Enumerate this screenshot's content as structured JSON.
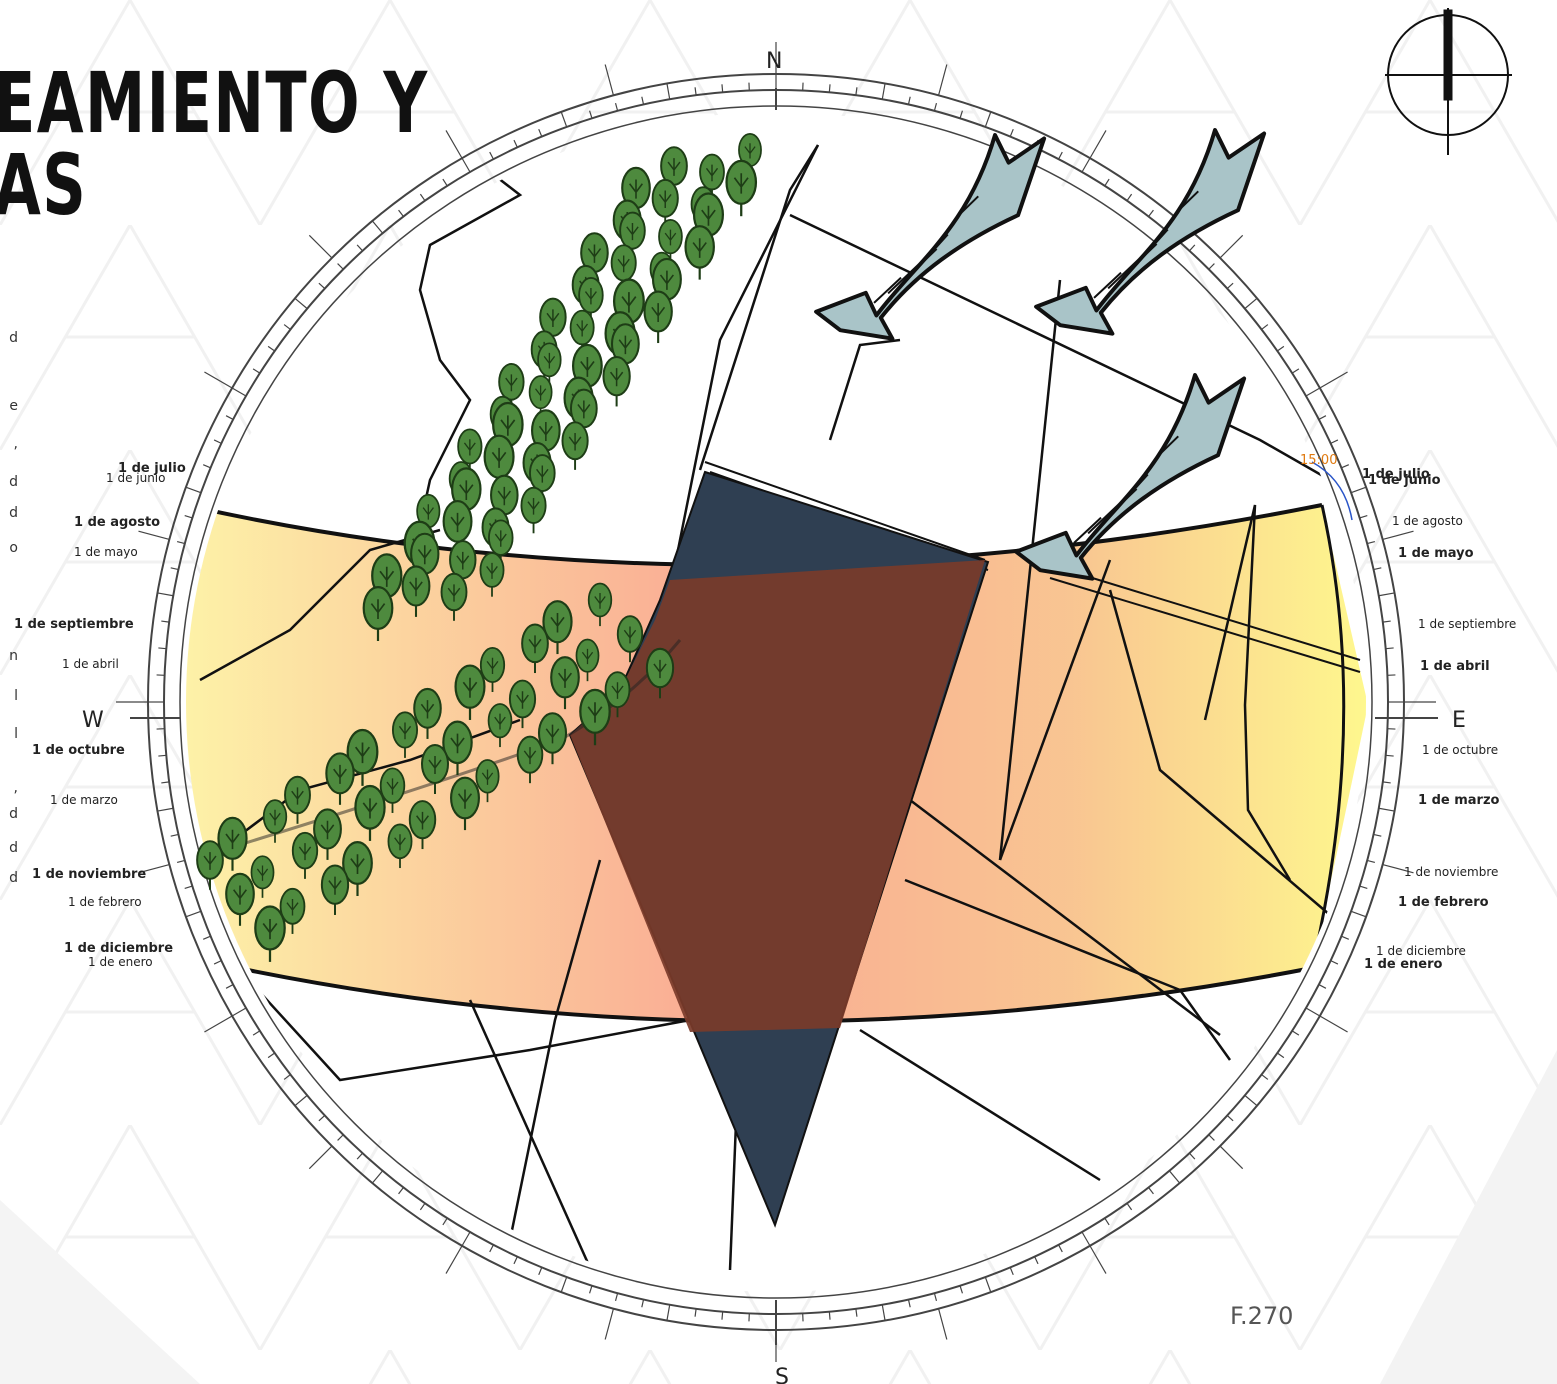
{
  "heading": {
    "line1": "EAMIENTO Y",
    "line2": "AS"
  },
  "compass": {
    "north": "N",
    "south": "S",
    "east": "E",
    "west": "W"
  },
  "left_months": [
    {
      "text": "1 de julio",
      "strong": true
    },
    {
      "text": "1 de junio",
      "strong": false
    },
    {
      "text": "1 de agosto",
      "strong": true
    },
    {
      "text": "1 de mayo",
      "strong": false
    },
    {
      "text": "1 de septiembre",
      "strong": true
    },
    {
      "text": "1 de abril",
      "strong": false
    },
    {
      "text": "1 de octubre",
      "strong": true
    },
    {
      "text": "1 de marzo",
      "strong": false
    },
    {
      "text": "1 de noviembre",
      "strong": true
    },
    {
      "text": "1 de febrero",
      "strong": false
    },
    {
      "text": "1 de diciembre",
      "strong": true
    },
    {
      "text": "1 de enero",
      "strong": false
    }
  ],
  "right_months": [
    {
      "text": "1 de julio",
      "strong": true
    },
    {
      "text": "1 de junio",
      "strong": true
    },
    {
      "text": "1 de agosto",
      "strong": false
    },
    {
      "text": "1 de mayo",
      "strong": true
    },
    {
      "text": "1 de septiembre",
      "strong": false
    },
    {
      "text": "1 de abril",
      "strong": true
    },
    {
      "text": "1 de octubre",
      "strong": false
    },
    {
      "text": "1 de marzo",
      "strong": true
    },
    {
      "text": "1 de noviembre",
      "strong": false
    },
    {
      "text": "1 de febrero",
      "strong": true
    },
    {
      "text": "1 de diciembre",
      "strong": false
    },
    {
      "text": "1 de enero",
      "strong": true
    }
  ],
  "time_marker": "15:00",
  "figure_label": "F.270",
  "left_edge_fragments": [
    "d",
    "e",
    ",",
    "d",
    "d",
    "o",
    "n",
    "l",
    "l",
    ",",
    "d",
    "d",
    "d"
  ],
  "colors": {
    "tree": "#4e8a3e",
    "arrow": "#a9c4c8",
    "sun_band_warm": "#f9a98c",
    "sun_band_light": "#fdf18a",
    "building": "#2f3f52",
    "building_over": "#7a3b2a"
  },
  "icons": [
    "north-arrow-icon",
    "wind-arrow-icon",
    "tree-icon"
  ]
}
